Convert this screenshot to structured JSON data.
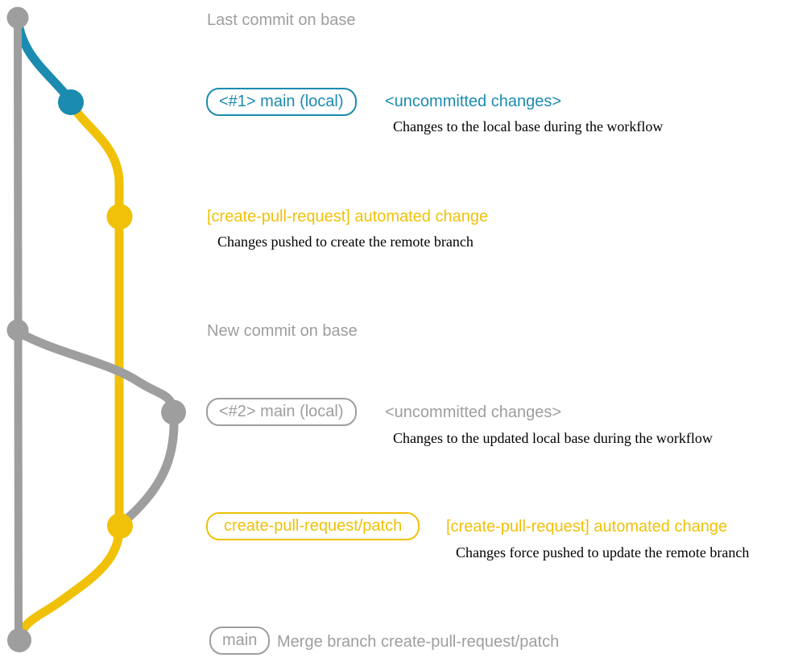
{
  "graph": {
    "colors": {
      "base": "#9e9e9e",
      "local": "#1b8bb0",
      "branch": "#f0c108"
    },
    "branches": [
      {
        "name": "base",
        "color_key": "base"
      },
      {
        "name": "main (local)",
        "color_key": "local"
      },
      {
        "name": "create-pull-request/patch",
        "color_key": "branch"
      }
    ],
    "commits": [
      {
        "name": "last-commit-on-base",
        "color_key": "base"
      },
      {
        "name": "local-uncommitted-1",
        "color_key": "local"
      },
      {
        "name": "automated-change-1",
        "color_key": "branch"
      },
      {
        "name": "new-commit-on-base",
        "color_key": "base"
      },
      {
        "name": "local-uncommitted-2",
        "color_key": "base"
      },
      {
        "name": "automated-change-2",
        "color_key": "branch"
      },
      {
        "name": "merge-commit",
        "color_key": "base"
      }
    ]
  },
  "captions": {
    "last_commit_on_base": "Last commit on base",
    "new_commit_on_base": "New commit on base"
  },
  "entries": {
    "local1": {
      "badge": "<#1> main (local)",
      "message": "<uncommitted changes>",
      "note": "Changes to the local base during the workflow"
    },
    "automated1": {
      "message": "[create-pull-request] automated change",
      "note": "Changes pushed to create the remote branch"
    },
    "local2": {
      "badge": "<#2> main (local)",
      "message": "<uncommitted changes>",
      "note": "Changes to the updated local base during the workflow"
    },
    "automated2": {
      "badge": "create-pull-request/patch",
      "message": "[create-pull-request] automated change",
      "note": "Changes force pushed to update the remote branch"
    },
    "merge": {
      "badge": "main",
      "message": "Merge branch create-pull-request/patch"
    }
  }
}
